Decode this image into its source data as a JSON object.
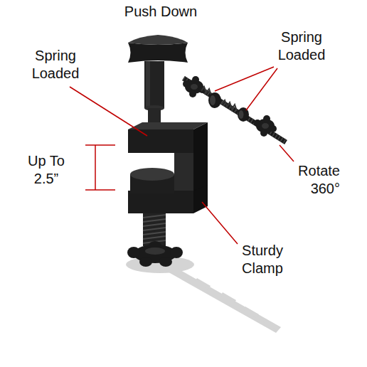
{
  "diagram": {
    "labels": [
      "Push Down",
      "Spring Loaded",
      "Spring Loaded",
      "Up To 2.5”",
      "Rotate 360°",
      "Sturdy Clamp"
    ]
  }
}
